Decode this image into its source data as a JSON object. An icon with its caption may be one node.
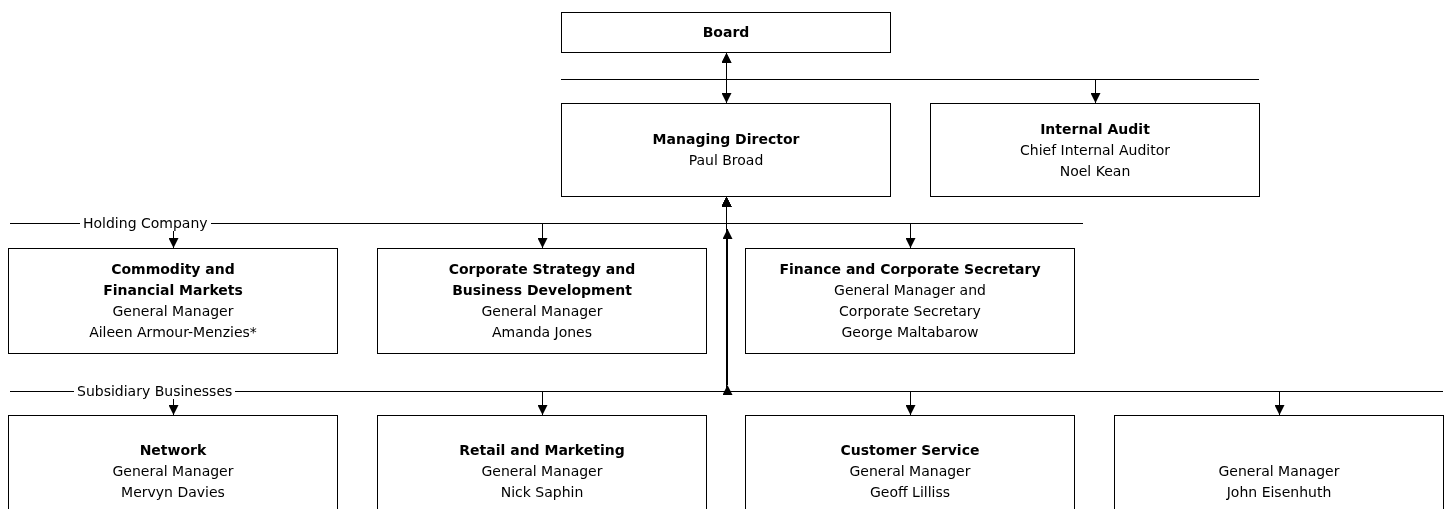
{
  "diagram": {
    "nodes": [
      {
        "text": [
          "Board"
        ]
      },
      {
        "text": [
          "Managing Director",
          "Paul Broad"
        ]
      },
      {
        "text": [
          "Internal Audit",
          "Chief Internal Auditor",
          "Noel Kean"
        ]
      },
      {
        "text": [
          "Commodity and Financial Markets",
          "General Manager",
          "Aileen Armour-Menzies*"
        ]
      },
      {
        "text": [
          "Corporate Strategy and Business Development",
          "General Manager",
          "Amanda Jones"
        ]
      },
      {
        "text": [
          "Finance and Corporate Secretary",
          "General Manager and Corporate Secretary",
          "George Maltabarow"
        ]
      },
      {
        "text": [
          "Network",
          "General Manager",
          "Mervyn Davies"
        ]
      },
      {
        "text": [
          "Retail and Marketing",
          "General Manager",
          "Nick Saphin"
        ]
      },
      {
        "text": [
          "Customer Service",
          "General Manager",
          "Geoff Lilliss"
        ]
      },
      {
        "text": [
          "General Manager",
          "John Eisenhuth"
        ]
      }
    ],
    "edges": [
      {
        "from": 0,
        "to": 1,
        "arrow": "both"
      },
      {
        "from": 0,
        "to": 2,
        "arrow": "both"
      },
      {
        "from": 1,
        "to": 3,
        "arrow": "both"
      },
      {
        "from": 1,
        "to": 4,
        "arrow": "both"
      },
      {
        "from": 1,
        "to": 5,
        "arrow": "both"
      },
      {
        "from": 1,
        "to": 6,
        "arrow": "both"
      },
      {
        "from": 1,
        "to": 7,
        "arrow": "both"
      },
      {
        "from": 1,
        "to": 8,
        "arrow": "both"
      },
      {
        "from": 1,
        "to": 9,
        "arrow": "both"
      }
    ],
    "labels": [
      "Holding Company",
      "Subsidiary Businesses"
    ]
  }
}
